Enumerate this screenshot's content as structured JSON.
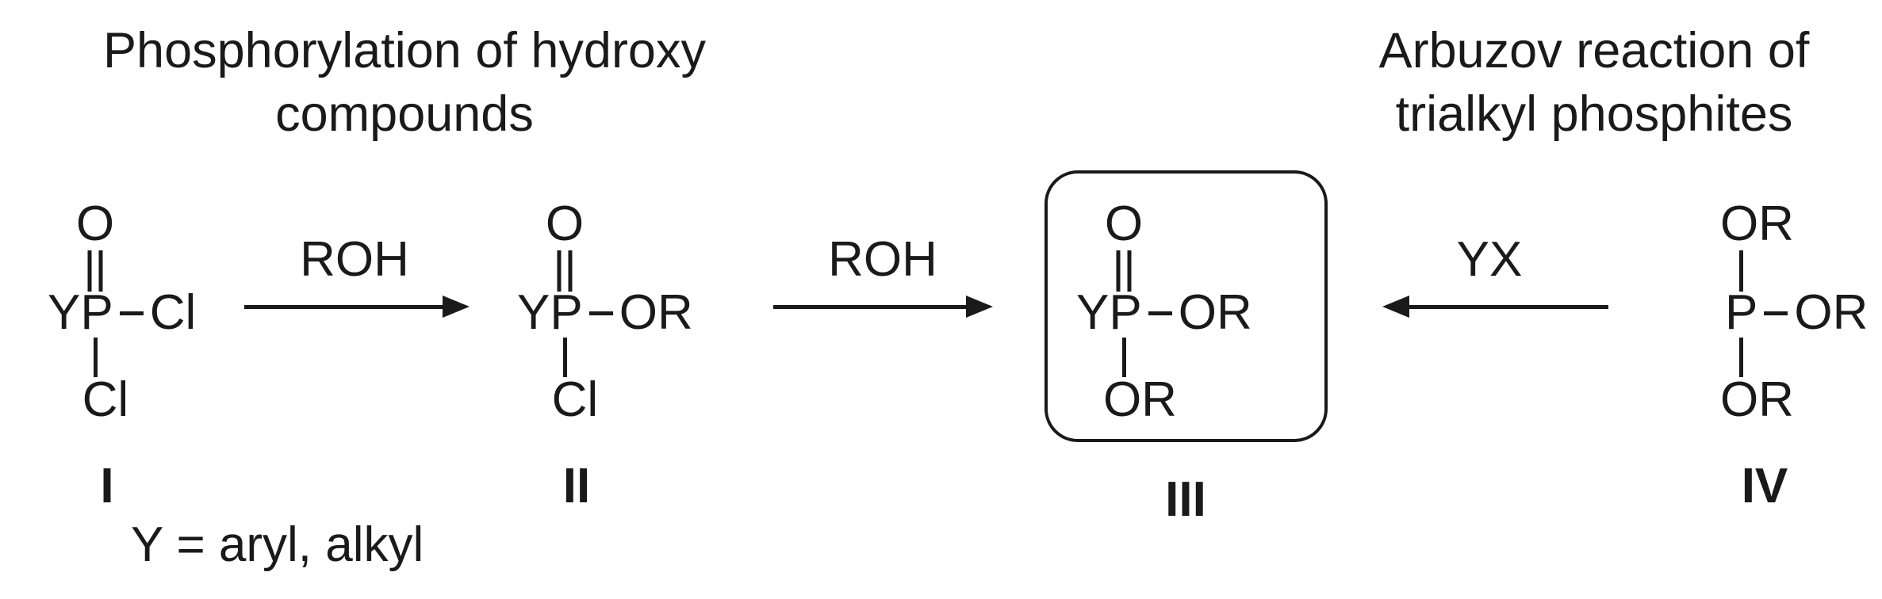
{
  "background": "#ffffff",
  "ink": "#1a1a1a",
  "titles": {
    "left": {
      "line1": "Phosphorylation of hydroxy",
      "line2": "compounds"
    },
    "right": {
      "line1": "Arbuzov reaction of",
      "line2": "trialkyl phosphites"
    }
  },
  "structures": {
    "I": {
      "top": "O",
      "top_bond": "double",
      "left": "Y",
      "center": "P",
      "right": "Cl",
      "bottom_bond": "single",
      "bottom": "Cl",
      "label": "I",
      "boxed": false
    },
    "II": {
      "top": "O",
      "top_bond": "double",
      "left": "Y",
      "center": "P",
      "right": "OR",
      "bottom_bond": "single",
      "bottom": "Cl",
      "label": "II",
      "boxed": false
    },
    "III": {
      "top": "O",
      "top_bond": "double",
      "left": "Y",
      "center": "P",
      "right": "OR",
      "bottom_bond": "single",
      "bottom": "OR",
      "label": "III",
      "boxed": true
    },
    "IV": {
      "top": "OR",
      "top_bond": "single",
      "center": "P",
      "right": "OR",
      "bottom_bond": "single",
      "bottom": "OR",
      "label": "IV",
      "boxed": false
    }
  },
  "arrows": {
    "arrow1": {
      "label": "ROH",
      "direction": "right",
      "from": "I",
      "to": "II"
    },
    "arrow2": {
      "label": "ROH",
      "direction": "right",
      "from": "II",
      "to": "III"
    },
    "arrow3": {
      "label": "YX",
      "direction": "left",
      "from": "IV",
      "to": "III"
    }
  },
  "footnote": "Y = aryl, alkyl"
}
